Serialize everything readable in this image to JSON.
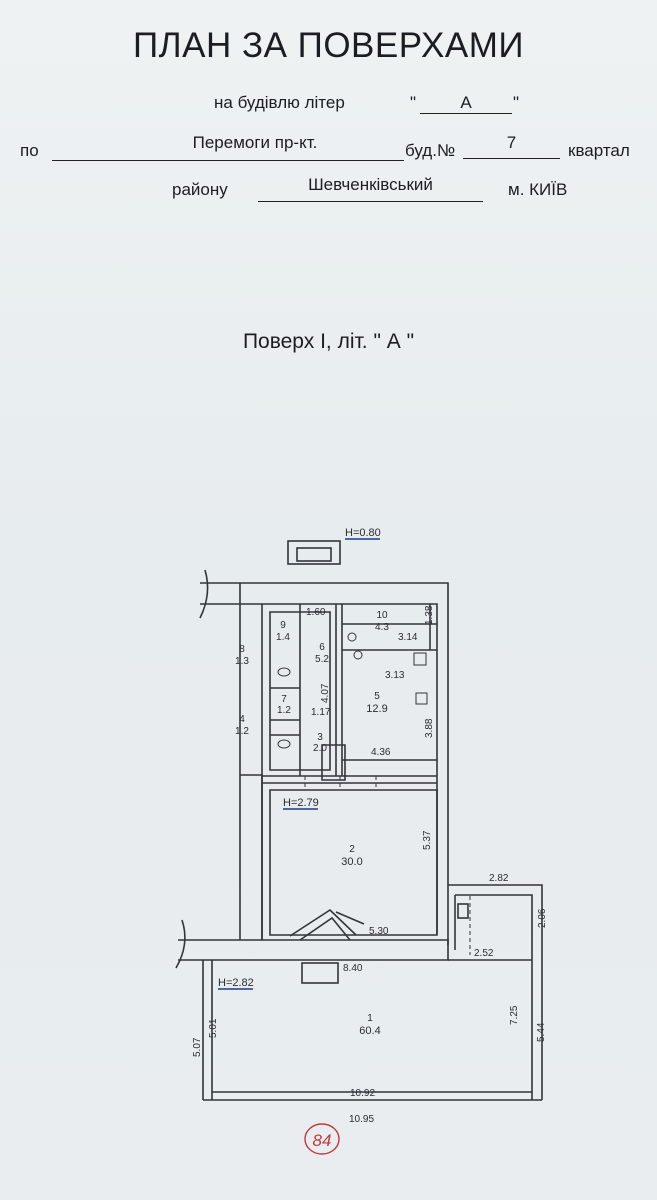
{
  "document": {
    "title": "ПЛАН ЗА ПОВЕРХАМИ",
    "building_prefix": "на будівлю літер",
    "building_letter": "А",
    "quote_open": "\"",
    "quote_close": "\"",
    "street_label": "по",
    "street": "Перемоги пр-кт.",
    "house_label": "буд.№",
    "house_number": "7",
    "block_label": "квартал",
    "district_label": "району",
    "district": "Шевченківський",
    "city": "м. КИЇВ",
    "floor_title": "Поверх І, літ. \"  А  \""
  },
  "plan": {
    "heights": {
      "stair": "H=0.80",
      "room2": "H=2.79",
      "room1": "H=2.82"
    },
    "rooms": [
      {
        "number": "1",
        "area": "60.4"
      },
      {
        "number": "2",
        "area": "30.0"
      },
      {
        "number": "3",
        "area": "2.0"
      },
      {
        "number": "4",
        "area": "1.2"
      },
      {
        "number": "5",
        "area": "12.9"
      },
      {
        "number": "6",
        "area": "5.2"
      },
      {
        "number": "7",
        "area": "1.2"
      },
      {
        "number": "8",
        "area": "1.3"
      },
      {
        "number": "9",
        "area": "1.4"
      },
      {
        "number": "10",
        "area": "4.3"
      }
    ],
    "dimensions": {
      "d160": "1.60",
      "d138": "1.38",
      "d314": "3.14",
      "d313": "3.13",
      "d407": "4.07",
      "d117": "1.17",
      "d388": "3.88",
      "d436": "4.36",
      "d537": "5.37",
      "d530": "5.30",
      "d840": "8.40",
      "d282": "2.82",
      "d206": "2.06",
      "d252": "2.52",
      "d725": "7.25",
      "d544": "5.44",
      "d507": "5.07",
      "d501": "5.01",
      "d1092": "10.92",
      "d1095": "10.95"
    },
    "page_mark": "84"
  }
}
